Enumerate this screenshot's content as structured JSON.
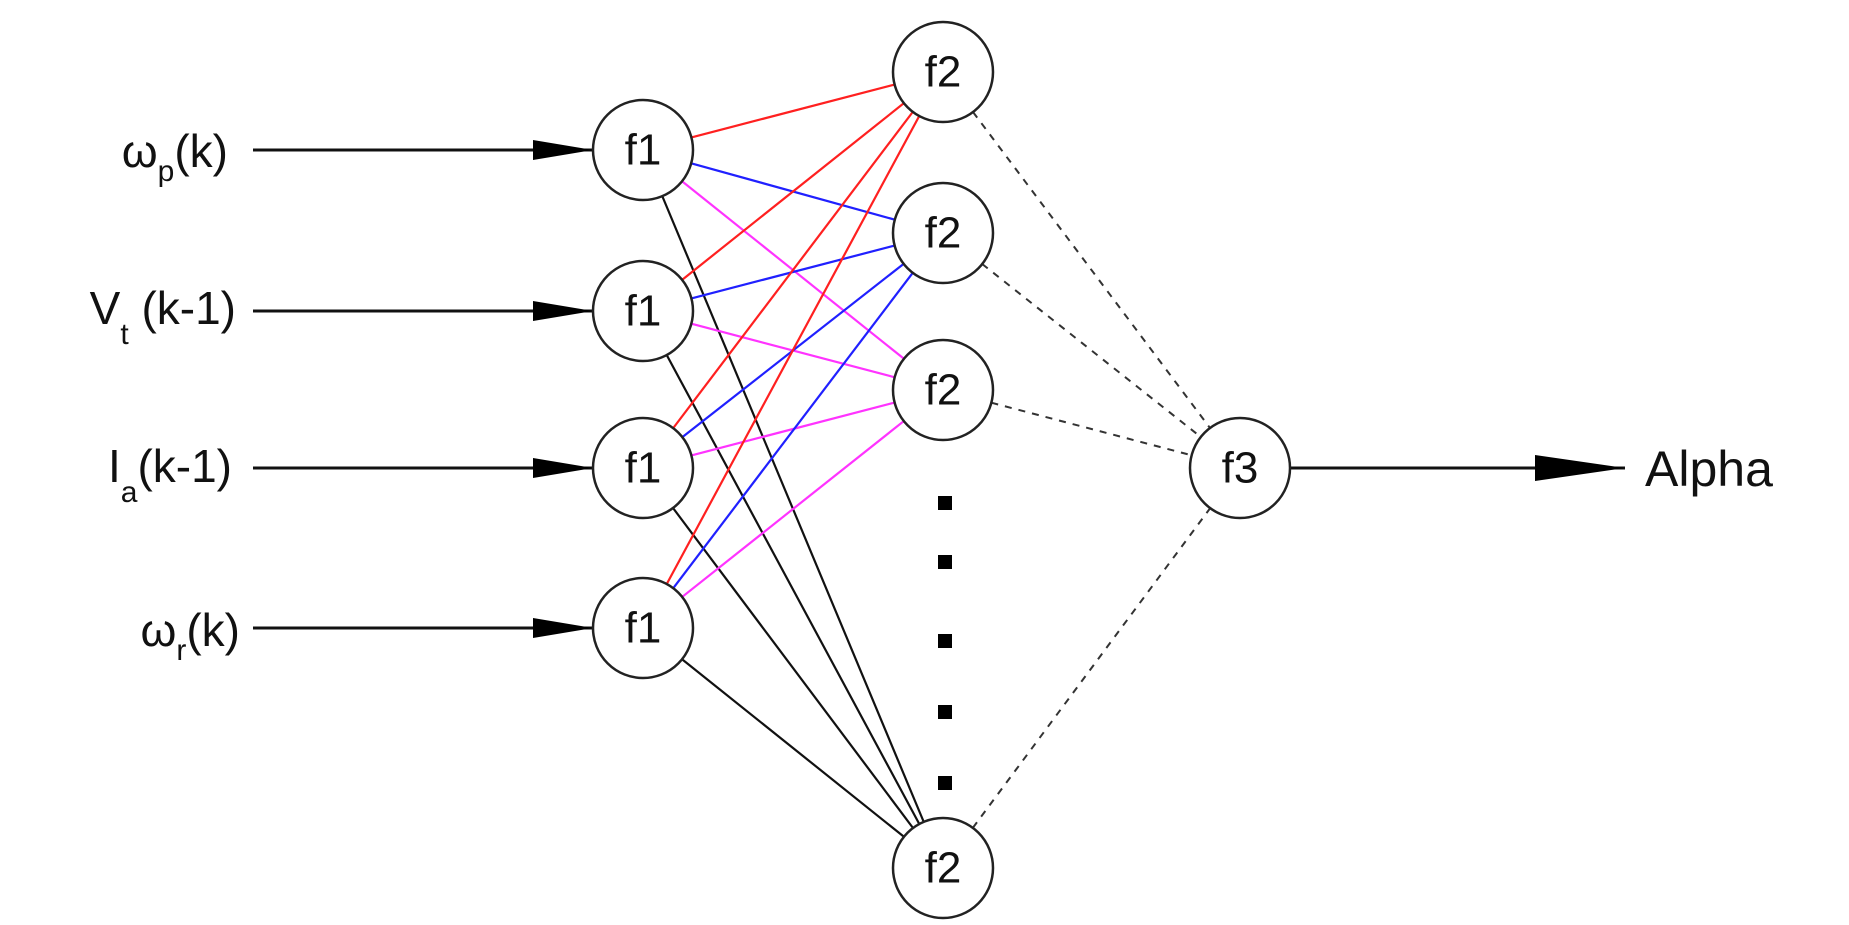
{
  "inputs": [
    {
      "main": "ω",
      "sub": "p",
      "suffix": "(k)"
    },
    {
      "main": "V",
      "sub": "t",
      "suffix": " (k-1)"
    },
    {
      "main": "I",
      "sub": "a",
      "suffix": "(k-1)"
    },
    {
      "main": "ω",
      "sub": "r",
      "suffix": "(k)"
    }
  ],
  "layer1_label": "f1",
  "layer2_label": "f2",
  "layer3_label": "f3",
  "output_label": "Alpha",
  "colors": {
    "f1_to_f2_1": "#ff2020",
    "f1_to_f2_2": "#2020ff",
    "f1_to_f2_3": "#ff33ff",
    "f1_to_f2_last": "#111111",
    "f2_to_f3": "#333333"
  }
}
